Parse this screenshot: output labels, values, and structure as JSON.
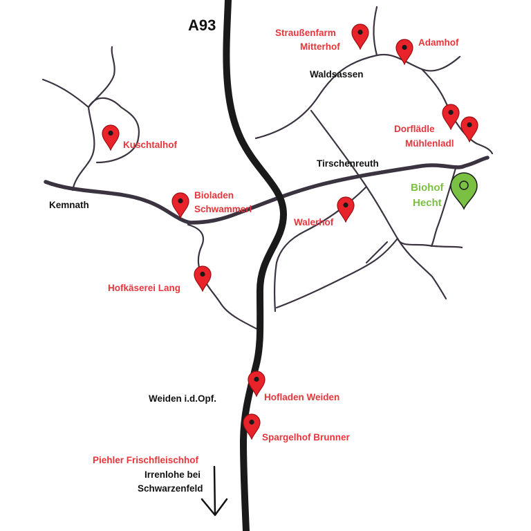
{
  "map": {
    "highway": "A93",
    "colors": {
      "road_main": "#1a1a1a",
      "road_minor": "#3b3340",
      "farm": "#e8353b",
      "home": "#7ac143",
      "town": "#111111"
    },
    "towns": {
      "waldsassen": "Waldsassen",
      "tirschenreuth": "Tirschenreuth",
      "kemnath": "Kemnath",
      "weiden": "Weiden i.d.Opf."
    },
    "farms": {
      "strauss": [
        "Straußenfarm",
        "Mitterhof"
      ],
      "adamhof": "Adamhof",
      "dorflaedle": "Dorflädle",
      "muehlenladl": "Mühlenladl",
      "kuschtalhof": "Kuschtalhof",
      "bioladen": [
        "Bioladen",
        "Schwammerl"
      ],
      "walerhof": "Walerhof",
      "hofkaeserei": "Hofkäserei Lang",
      "hofladen": "Hofladen Weiden",
      "spargelhof": "Spargelhof Brunner",
      "piehler": "Piehler Frischfleischhof"
    },
    "home": [
      "Biohof",
      "Hecht"
    ],
    "direction": [
      "Irrenlohe bei",
      "Schwarzenfeld"
    ],
    "icons": {
      "farm_marker": "map-pin-icon",
      "home_marker": "map-pin-outline-icon",
      "direction": "arrow-down-icon"
    }
  }
}
